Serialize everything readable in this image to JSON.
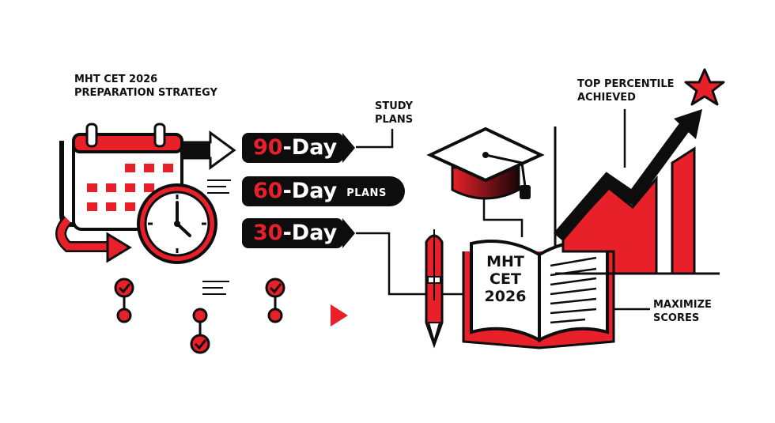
{
  "heading": {
    "line1": "MHT CET 2026",
    "line2": "PREPARATION STRATEGY"
  },
  "callouts": {
    "study_plans": {
      "line1": "STUDY",
      "line2": "PLANS"
    },
    "top_percentile": {
      "line1": "TOP PERCENTILE",
      "line2": "ACHIEVED"
    },
    "maximize_scores": {
      "line1": "MAXIMIZE",
      "line2": "SCORES"
    }
  },
  "plans": [
    {
      "number": "90",
      "suffix": "-Day",
      "extra": ""
    },
    {
      "number": "60",
      "suffix": "-Day",
      "extra": "PLANS"
    },
    {
      "number": "30",
      "suffix": "-Day",
      "extra": ""
    }
  ],
  "book": {
    "line1": "MHT",
    "line2": "CET",
    "line3": "2026"
  },
  "colors": {
    "accent": "#e8202a",
    "ink": "#0d0d0d",
    "background": "#ffffff"
  },
  "icons": [
    "calendar-icon",
    "clock-icon",
    "graduation-cap-icon",
    "pen-icon",
    "open-book-icon",
    "star-icon",
    "timeline-check-icon"
  ]
}
